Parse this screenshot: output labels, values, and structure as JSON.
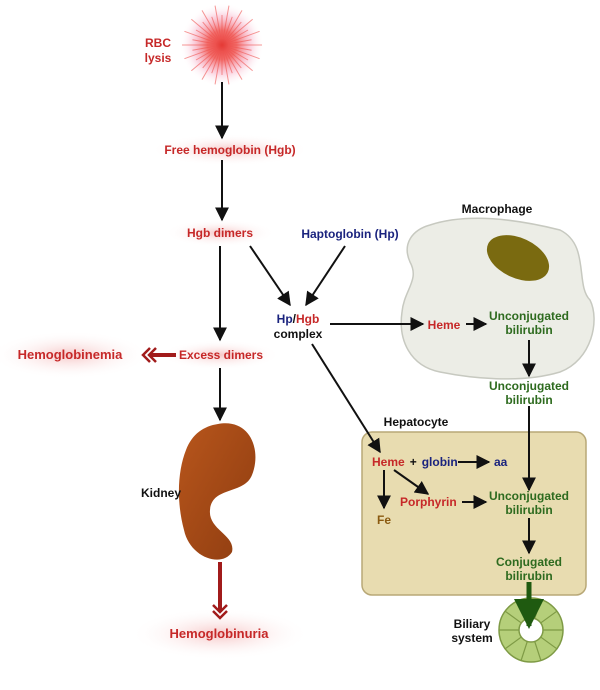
{
  "colors": {
    "red": "#c62828",
    "navy": "#1a237e",
    "green": "#2e6b1f",
    "brown": "#8a5a10",
    "kidney": "#a64b17",
    "macrophage": "#ecede6",
    "nucleus": "#7a6a10",
    "hepatocyte": "#e8dcb0",
    "biliary": "#b5cf7a"
  },
  "labels": {
    "rbc_line1": "RBC",
    "rbc_line2": "lysis",
    "free_hgb": "Free hemoglobin (Hgb)",
    "hgb_dimers": "Hgb dimers",
    "haptoglobin": "Haptoglobin (Hp)",
    "complex_hp": "Hp",
    "complex_slash": "/",
    "complex_hgb": "Hgb",
    "complex_word": "complex",
    "excess_dimers": "Excess dimers",
    "hemoglobinemia": "Hemoglobinemia",
    "kidney": "Kidney",
    "hemoglobinuria": "Hemoglobinuria",
    "macrophage": "Macrophage",
    "mac_heme": "Heme",
    "mac_unconj_1": "Unconjugated",
    "mac_unconj_2": "bilirubin",
    "blood_unconj_1": "Unconjugated",
    "blood_unconj_2": "bilirubin",
    "hepatocyte": "Hepatocyte",
    "hep_heme": "Heme",
    "hep_plus": "+",
    "hep_globin": "globin",
    "hep_aa": "aa",
    "hep_porphyrin": "Porphyrin",
    "hep_fe": "Fe",
    "hep_unconj_1": "Unconjugated",
    "hep_unconj_2": "bilirubin",
    "conj_1": "Conjugated",
    "conj_2": "bilirubin",
    "biliary_1": "Biliary",
    "biliary_2": "system"
  }
}
